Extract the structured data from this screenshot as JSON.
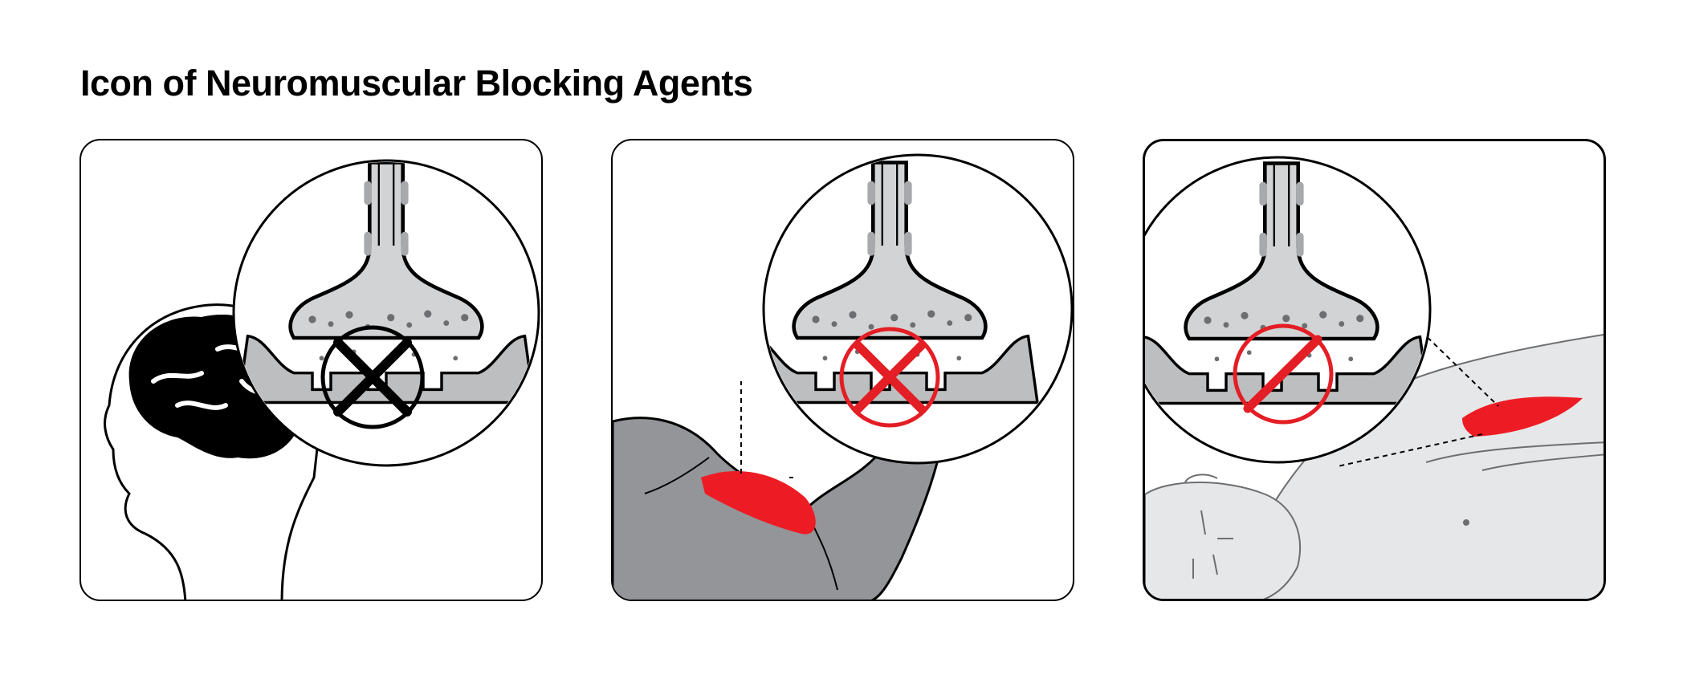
{
  "title": "Icon of Neuromuscular Blocking Agents",
  "colors": {
    "block_black": "#000000",
    "block_red": "#e31e24",
    "muscle_red": "#ed1c24",
    "arm_gray": "#939598",
    "body_light_gray": "#e6e7e8",
    "synapse_gray": "#d1d3d4",
    "cleft_gray": "#bcbec0"
  },
  "panels": [
    {
      "id": "brain",
      "icons": [
        "head-icon",
        "brain-icon",
        "synapse-zoom-icon",
        "black-x-block-icon"
      ]
    },
    {
      "id": "arm",
      "icons": [
        "arm-icon",
        "red-muscle-icon",
        "synapse-zoom-icon",
        "red-no-symbol-icon"
      ]
    },
    {
      "id": "chest",
      "icons": [
        "reclining-body-icon",
        "red-muscle-icon",
        "synapse-zoom-icon",
        "red-no-symbol-icon"
      ]
    }
  ]
}
